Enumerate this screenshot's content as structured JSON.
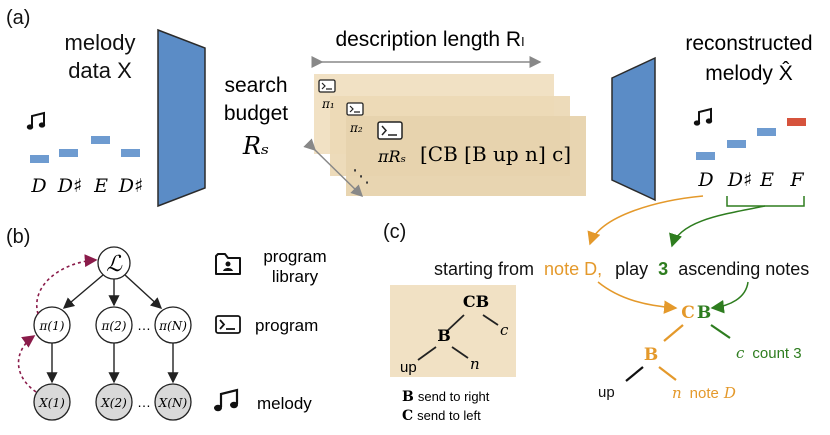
{
  "colors": {
    "encoder": "#5b8cc6",
    "encoder_stroke": "#2b2b2b",
    "note_blue": "#6e9bd0",
    "note_red": "#d6533c",
    "card": "#f1e1c4",
    "card_dark": "#e7d3ad",
    "orange": "#e4992b",
    "green": "#2e7d1f",
    "maroon": "#8a1b4a",
    "node_gray": "#d9d9d9"
  },
  "panel_a": {
    "label": "(a)",
    "melody_title_1": "melody",
    "melody_title_2": "data X",
    "search_1": "search",
    "search_2": "budget",
    "search_sym": "Rₛ",
    "desc_len": "description length Rₗ",
    "recon_1": "reconstructed",
    "recon_2": "melody X̂",
    "notes_in": [
      "D",
      "D♯",
      "E",
      "D♯"
    ],
    "notes_out": [
      "D",
      "D♯",
      "E",
      "F"
    ],
    "pi_1": "π₁",
    "pi_2": "π₂",
    "pi_R": "πRₛ",
    "program_expr": "[CB [B up n] c]",
    "ellipsis": "⋱"
  },
  "panel_b": {
    "label": "(b)",
    "root": "ℒ",
    "programs": [
      "π(1)",
      "π(2)",
      "π(N)"
    ],
    "melodies": [
      "X(1)",
      "X(2)",
      "X(N)"
    ],
    "dots": "…",
    "legend": [
      {
        "icon": "folder-icon",
        "label_1": "program",
        "label_2": "library"
      },
      {
        "icon": "terminal-icon",
        "label_1": "program",
        "label_2": ""
      },
      {
        "icon": "music-note-icon",
        "label_1": "melody",
        "label_2": ""
      }
    ]
  },
  "panel_c": {
    "label": "(c)",
    "sentence_1": "starting from",
    "sentence_note": "note D,",
    "sentence_2": "play",
    "sentence_num": "3",
    "sentence_3": "ascending notes",
    "tree_root": "CB",
    "tree_mid": "B",
    "tree_up": "up",
    "tree_n": "n",
    "tree_c": "c",
    "legend_b": "B send to right",
    "legend_c": "C send to left",
    "right_c": "C",
    "right_b": "B",
    "right_count": "c  count 3",
    "right_n": "n  note D",
    "right_up": "up",
    "right_b2": "B"
  }
}
